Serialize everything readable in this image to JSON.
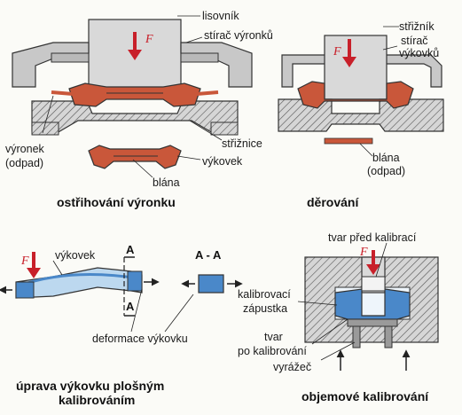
{
  "colors": {
    "forging": "#c9573a",
    "arrow": "#c8202a",
    "die_gray": "#c9c9c9",
    "blue": "#4a88c9",
    "light_blue": "#bcd8ef",
    "ink": "#222222"
  },
  "panel1": {
    "labels": {
      "lisovnik": "lisovník",
      "stirac": "stírač výronků",
      "vyronek": "výronek",
      "odpad": "(odpad)",
      "strižnice": "střižnice",
      "vykovek": "výkovek",
      "blana": "blána"
    },
    "force": "F",
    "caption": "ostřihování výronku"
  },
  "panel2": {
    "labels": {
      "striznik": "střižník",
      "stirac": "stírač",
      "vykovku": "výkovků",
      "blana": "blána",
      "odpad": "(odpad)"
    },
    "force": "F",
    "caption": "děrování"
  },
  "panel3": {
    "labels": {
      "vykovek": "výkovek",
      "deformace": "deformace výkovku"
    },
    "force": "F",
    "section_mark": "A",
    "section_title": "A - A",
    "caption_line1": "úprava výkovku plošným",
    "caption_line2": "kalibrováním"
  },
  "panel4": {
    "labels": {
      "tvar_pred": "tvar před kalibrací",
      "kalibrovaci": "kalibrovací",
      "zapustka": "zápustka",
      "tvar": "tvar",
      "po_kalibrovani": "po kalibrování",
      "vyrazec": "vyrážeč"
    },
    "force": "F",
    "caption": "objemové kalibrování"
  }
}
